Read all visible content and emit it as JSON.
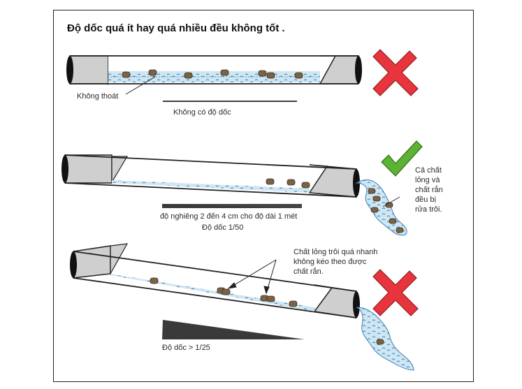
{
  "title": "Độ dốc quá ít hay quá nhiều đều không tốt .",
  "section1": {
    "outlet_label": "Không thoát",
    "slope_label": "Không có độ dốc",
    "verdict_icon": "cross-icon",
    "verdict_color": "#e8343c"
  },
  "section2": {
    "slope_label": "độ nghiêng 2 đến 4 cm cho độ dài 1 mét",
    "ratio_label": "Độ dốc 1/50",
    "side_note_lines": [
      "Cả chất",
      "lỏng và",
      "chất rắn",
      "đều bị",
      "rửa trôi."
    ],
    "verdict_icon": "check-icon",
    "verdict_color": "#5cb233"
  },
  "section3": {
    "callout_lines": [
      "Chất lỏng trôi quá nhanh",
      "không kéo theo được",
      "chất rắn."
    ],
    "ratio_label": "Độ dốc > 1/25",
    "verdict_icon": "cross-icon",
    "verdict_color": "#e8343c"
  },
  "colors": {
    "pipe_gray": "#cfcfcf",
    "water_blue": "#cfe6f3",
    "solid_brown": "#7a6245",
    "wedge_dark": "#3a3a3a"
  }
}
